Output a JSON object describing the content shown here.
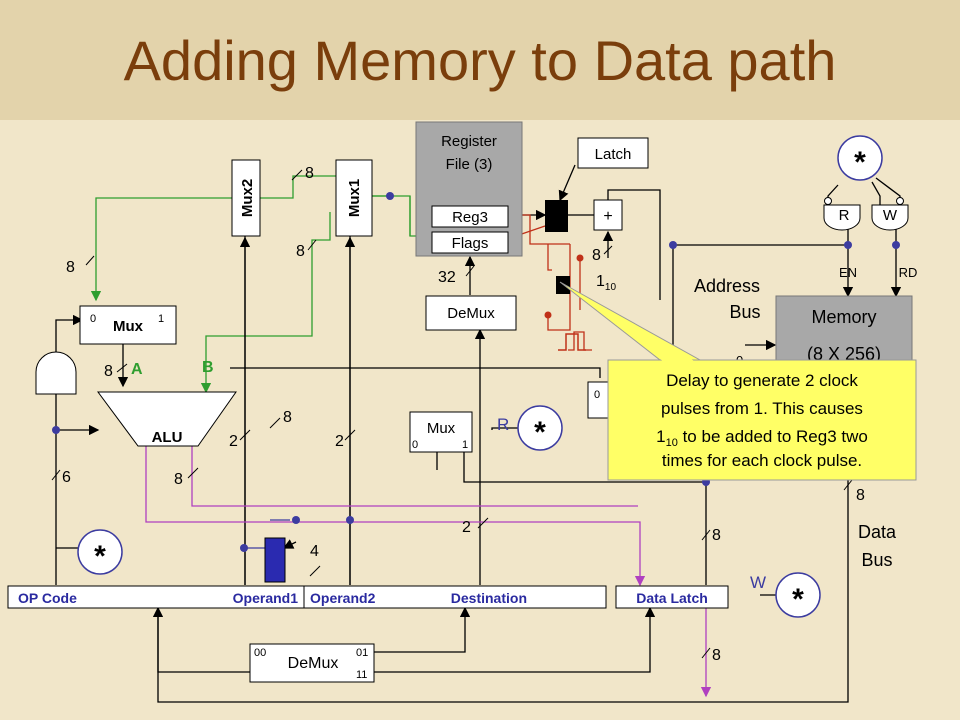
{
  "title": "Adding Memory to Data path",
  "blocks": {
    "mux2": "Mux2",
    "mux1": "Mux1",
    "register_file_line1": "Register",
    "register_file_line2": "File (3)",
    "reg3": "Reg3",
    "flags": "Flags",
    "demux_top": "DeMux",
    "latch": "Latch",
    "adder": "+",
    "mux_a": "Mux",
    "mux_a_in0": "0",
    "mux_a_in1": "1",
    "alu": "ALU",
    "mux_mid": "Mux",
    "mux_mid_in0": "0",
    "mux_mid_in1": "1",
    "memory_line1": "Memory",
    "memory_line2": "(8 X 256)",
    "read_gate": "R",
    "write_gate": "W",
    "en": "EN",
    "rd": "RD",
    "demux_bottom": "DeMux",
    "demux_bottom_00": "00",
    "demux_bottom_01": "01",
    "demux_bottom_11": "11",
    "small_mux_0": "0",
    "mem_in_0": "0"
  },
  "labels": {
    "address_bus_line1": "Address",
    "address_bus_line2": "Bus",
    "data_bus_line1": "Data",
    "data_bus_line2": "Bus",
    "a": "A",
    "b": "B",
    "r": "R",
    "w": "W",
    "const_1": "1",
    "const_1_sub": "10",
    "star": "*"
  },
  "widths": {
    "w8_mux2": "8",
    "w8_left": "8",
    "w8_mux1": "8",
    "w32": "32",
    "w8_adder": "8",
    "w8_a": "8",
    "w8_alu_in": "8",
    "w2_op1": "2",
    "w2_op2": "2",
    "w8_alu_out": "8",
    "w6": "6",
    "w4": "4",
    "w2_dest": "2",
    "w8_data_latch": "8",
    "w8_data_bus": "8",
    "w8_bottom": "8"
  },
  "instruction": {
    "op_code": "OP Code",
    "operand1": "Operand1",
    "operand2": "Operand2",
    "destination": "Destination",
    "data_latch": "Data Latch"
  },
  "callout": {
    "line1": "Delay to generate 2 clock",
    "line2": "pulses from 1.  This causes",
    "line3_pre": "1",
    "line3_sub": "10",
    "line3_post": " to be added to Reg3  two",
    "line4": "times for each clock pulse."
  },
  "colors": {
    "title": "#7a3e0c",
    "background": "#f1e6c9",
    "green_wire": "#2f9e2f",
    "purple_wire": "#b040c0",
    "red_wire": "#c03018",
    "blue_wire": "#3c3ca0",
    "callout_fill": "#ffff66",
    "star_fill": "#ffffff"
  }
}
